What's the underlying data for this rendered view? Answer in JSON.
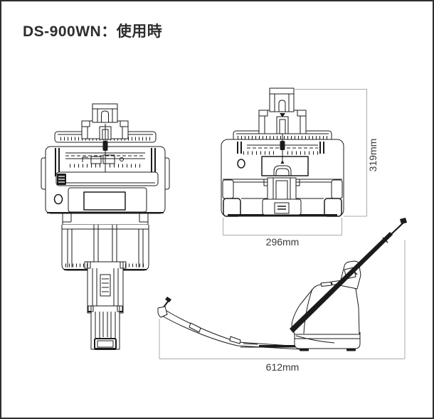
{
  "title": "DS-900WN：使用時",
  "dimensions": {
    "front_width": "296mm",
    "front_height": "319mm",
    "side_depth": "612mm"
  },
  "colors": {
    "background": "#ffffff",
    "line": "#1b1b1b",
    "dimension_line": "#ababab",
    "text": "#2d2d2d",
    "page_border": "#2e2e2e"
  }
}
